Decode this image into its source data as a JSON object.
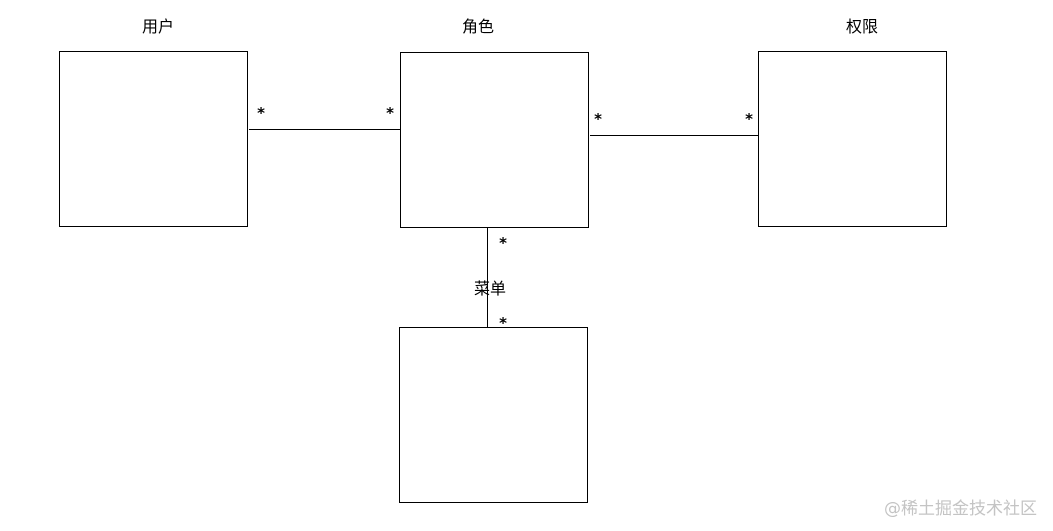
{
  "entities": {
    "user": "用户",
    "role": "角色",
    "permission": "权限",
    "menu": "菜单"
  },
  "multiplicity": {
    "user_side": "*",
    "role_user_side": "*",
    "role_permission_side": "*",
    "permission_side": "*",
    "role_menu_side": "*",
    "menu_side": "*"
  },
  "watermark": "@稀土掘金技术社区"
}
